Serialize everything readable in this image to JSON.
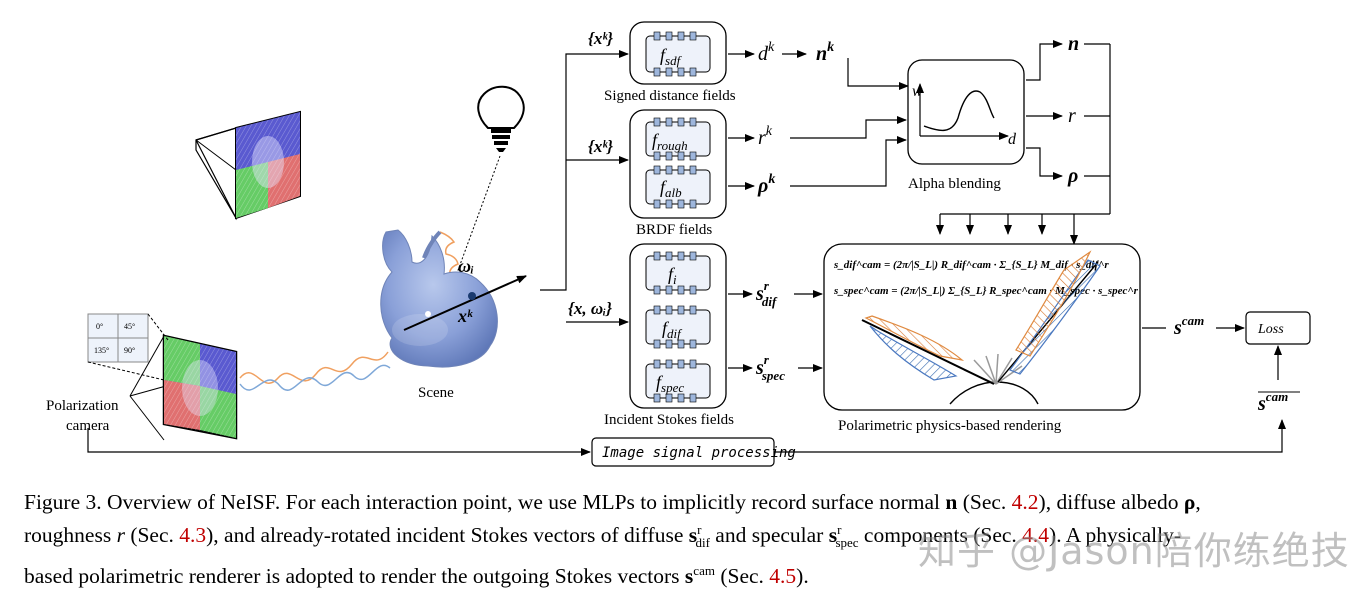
{
  "figure": {
    "labels": {
      "signed_distance": "Signed distance fields",
      "brdf": "BRDF fields",
      "incident_stokes": "Incident Stokes fields",
      "alpha_blending": "Alpha blending",
      "polarimetric_rendering": "Polarimetric physics-based rendering",
      "scene": "Scene",
      "camera_line1": "Polarization",
      "camera_line2": "camera",
      "isp": "Image signal processing",
      "loss": "Loss",
      "input_xk_1": "{xᵏ}",
      "input_xk_2": "{xᵏ}",
      "input_x_omega": "{x, ωᵢ}",
      "f_sdf": "f",
      "f_sdf_sub": "sdf",
      "f_rough": "f",
      "f_rough_sub": "rough",
      "f_alb": "f",
      "f_alb_sub": "alb",
      "f_i": "f",
      "f_i_sub": "i",
      "f_dif": "f",
      "f_dif_sub": "dif",
      "f_spec": "f",
      "f_spec_sub": "spec",
      "out_d": "d",
      "out_d_sup": "k",
      "out_n": "n",
      "out_n_sup": "k",
      "out_r": "r",
      "out_r_sup": "k",
      "out_rho": "ρ",
      "out_rho_sup": "k",
      "out_s_dif": "s",
      "out_s_dif_sup": "r",
      "out_s_dif_sub": "dif",
      "out_s_spec": "s",
      "out_s_spec_sup": "r",
      "out_s_spec_sub": "spec",
      "final_n": "n",
      "final_r": "r",
      "final_rho": "ρ",
      "s_cam": "s",
      "s_cam_sup": "cam",
      "s_cam_gt": "s",
      "s_cam_gt_sup": "cam",
      "plot_w": "w",
      "plot_d": "d",
      "omega_i": "ωᵢ",
      "x_k": "xᵏ",
      "pol_0": "0°",
      "pol_45": "45°",
      "pol_135": "135°",
      "pol_90": "90°",
      "eq_dif": "s_dif^cam = (2π/|S_L|) R_dif^cam · Σ_{S_L} M_dif · s_dif^r",
      "eq_spec": "s_spec^cam = (2π/|S_L|) Σ_{S_L} R_spec^cam · M_spec · s_spec^r"
    }
  },
  "caption": {
    "p1": "Figure 3. Overview of NeISF. For each interaction point, we use MLPs to implicitly record surface normal ",
    "n": "n",
    "p2": " (Sec. ",
    "ref1": "4.2",
    "p3": "), diffuse albedo ",
    "rho": "ρ",
    "p4": ",",
    "p5": "roughness ",
    "r": "r",
    "p6": " (Sec. ",
    "ref2": "4.3",
    "p7": "), and already-rotated incident Stokes vectors of diffuse ",
    "s1": "s",
    "s1_sup": "r",
    "s1_sub": "dif",
    "p8": " and specular ",
    "s2": "s",
    "s2_sup": "r",
    "s2_sub": "spec",
    "p9": " components (Sec. ",
    "ref3": "4.4",
    "p10": "). A physically-",
    "p11": "based polarimetric renderer is adopted to render the outgoing Stokes vectors ",
    "s3": "s",
    "s3_sup": "cam",
    "p12": " (Sec. ",
    "ref4": "4.5",
    "p13": ")."
  },
  "watermark": "知乎 @Jason陪你练绝技",
  "colors": {
    "red_channel": "#e06060",
    "green_channel": "#66cc66",
    "blue_channel": "#5a5ad0",
    "orange_wave": "#f0a060",
    "blue_wave": "#7fa8d8",
    "bunny": "#8aa8d8",
    "ref_red": "#c00000"
  }
}
